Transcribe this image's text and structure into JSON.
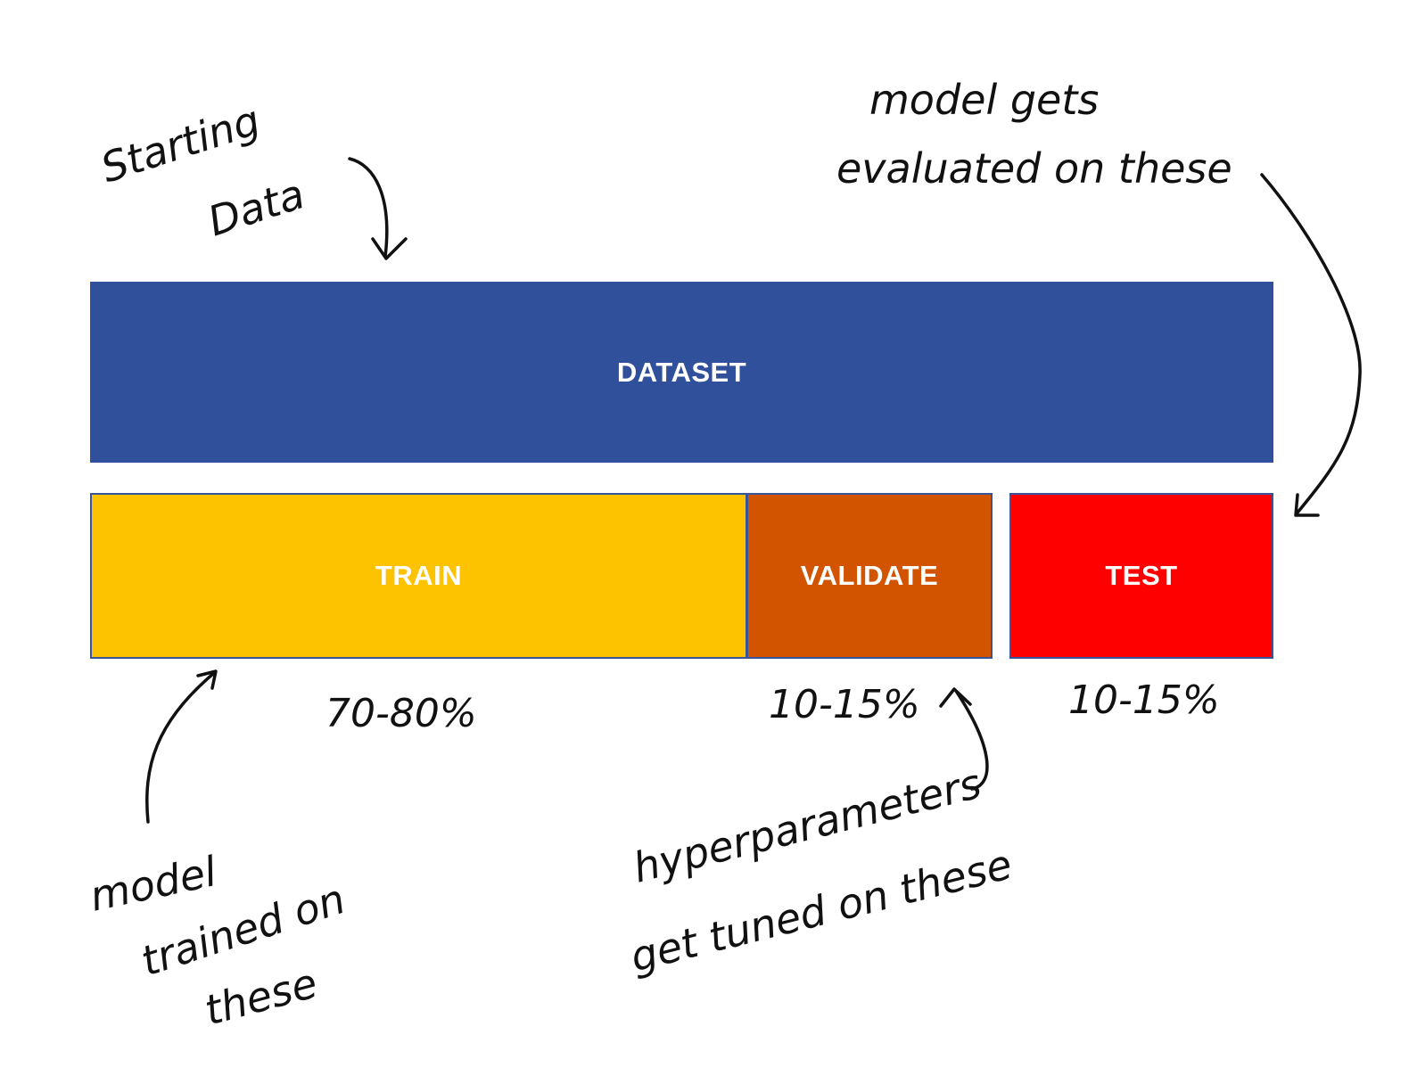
{
  "boxes": {
    "dataset": {
      "label": "DATASET",
      "color": "#31509b"
    },
    "train": {
      "label": "TRAIN",
      "color": "#fdc200"
    },
    "validate": {
      "label": "VALIDATE",
      "color": "#d35400"
    },
    "test": {
      "label": "TEST",
      "color": "#ff0000"
    }
  },
  "annotations": {
    "starting_data": [
      "Starting",
      "Data"
    ],
    "model_evaluated": [
      "model gets",
      "evaluated on these"
    ],
    "model_trained": [
      "model",
      "trained on",
      "these"
    ],
    "hyperparameters": [
      "hyperparameters",
      "get tuned on these"
    ]
  },
  "percentages": {
    "train": "70-80%",
    "validate": "10-15%",
    "test": "10-15%"
  }
}
